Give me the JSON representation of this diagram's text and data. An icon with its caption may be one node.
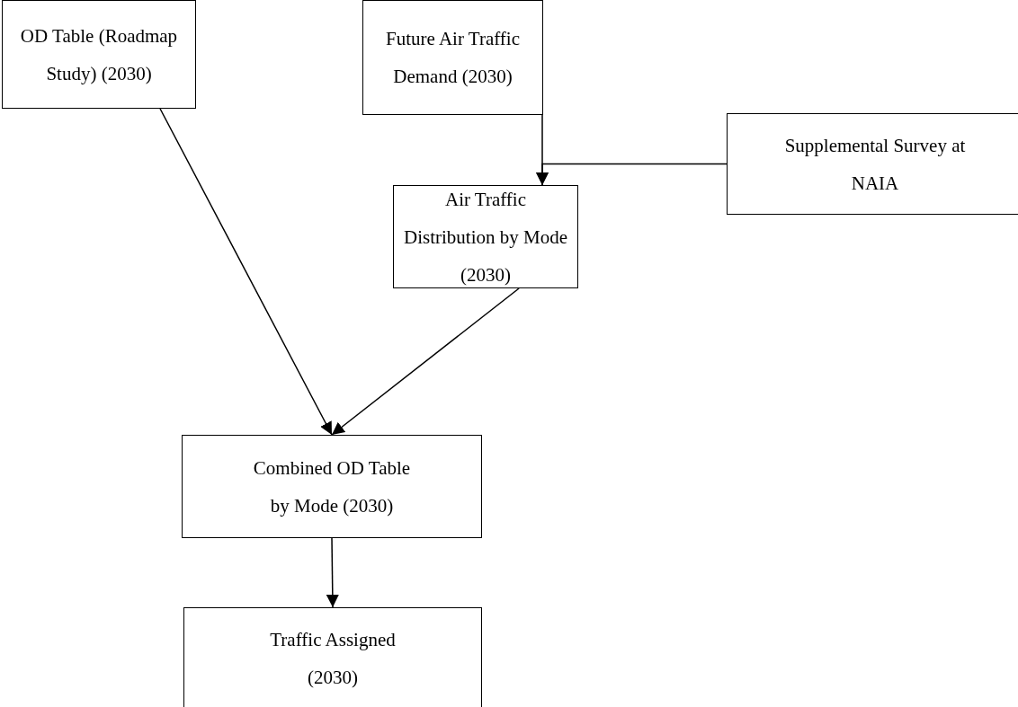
{
  "diagram": {
    "nodes": [
      {
        "text": [
          "OD Table (Roadmap Study) (2030)"
        ]
      },
      {
        "text": [
          "Future Air Traffic Demand (2030)"
        ]
      },
      {
        "text": [
          "Supplemental Survey at NAIA"
        ]
      },
      {
        "text": [
          "Air Traffic Distribution by Mode (2030)"
        ]
      },
      {
        "text": [
          "Combined OD Table by Mode (2030)"
        ]
      },
      {
        "text": [
          "Traffic Assigned (2030)"
        ]
      }
    ],
    "edges": [
      {
        "from": 0,
        "to": 4,
        "arrow": "to"
      },
      {
        "from": 1,
        "to": 3,
        "arrow": "to"
      },
      {
        "from": 2,
        "to": 3,
        "arrow": "to"
      },
      {
        "from": 3,
        "to": 4,
        "arrow": "to"
      },
      {
        "from": 4,
        "to": 5,
        "arrow": "to"
      }
    ]
  }
}
